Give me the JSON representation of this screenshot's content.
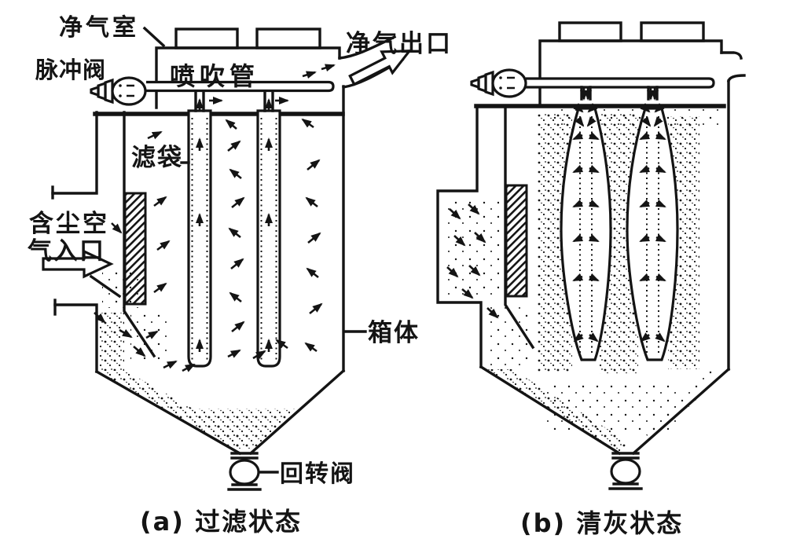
{
  "colors": {
    "ink": "#141414",
    "paper": "#ffffff"
  },
  "labels": {
    "clean_air_room": "净气室",
    "pulse_valve": "脉冲阀",
    "blow_pipe": "喷吹管",
    "clean_air_outlet": "净气出口",
    "filter_bag": "滤袋",
    "dusty_air_inlet_line1": "含尘空",
    "dusty_air_inlet_line2": "气入口",
    "box_body": "箱体",
    "rotary_valve": "回转阀"
  },
  "captions": {
    "a": "(a) 过滤状态",
    "b": "(b) 清灰状态"
  }
}
